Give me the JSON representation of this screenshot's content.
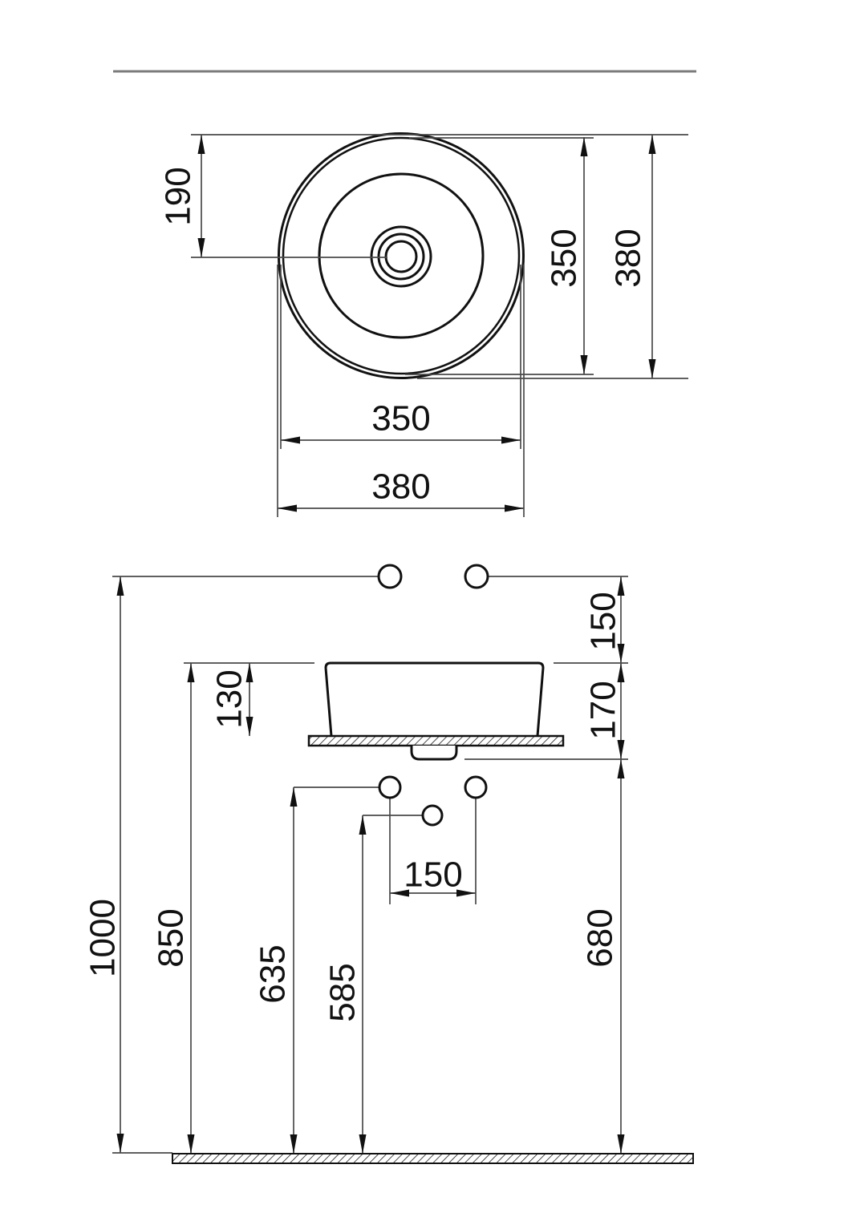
{
  "drawing_kind": "washbasin-technical-dimension-drawing",
  "colors": {
    "object_line": "#111111",
    "thin_line": "#4a4a4a",
    "separator_line": "#7b7b7b",
    "background": "#ffffff",
    "hatch": "#111111"
  },
  "top_view": {
    "dim_drain_offset_vertical": "190",
    "dim_inner_diameter_vertical": "350",
    "dim_outer_diameter_vertical": "380",
    "dim_inner_diameter_horizontal": "350",
    "dim_outer_diameter_horizontal": "380"
  },
  "side_view": {
    "dim_spout_above_rim": "150",
    "dim_basin_height_total": "170",
    "dim_basin_above_counter": "130",
    "dim_supply_line_height": "1000",
    "dim_rim_height": "850",
    "dim_wall_supply_height": "635",
    "dim_drain_trap_height": "585",
    "dim_waste_outlet_height": "680",
    "dim_supply_hole_spacing": "150"
  }
}
